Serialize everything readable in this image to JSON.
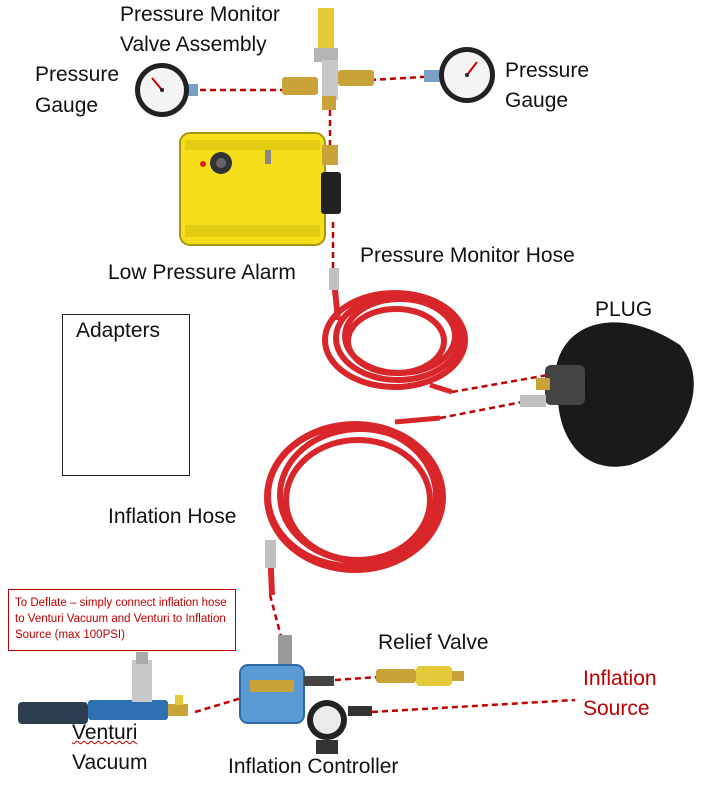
{
  "labels": {
    "pressure_monitor_valve_assembly_line1": "Pressure Monitor",
    "pressure_monitor_valve_assembly_line2": "Valve Assembly",
    "pressure_gauge_left_line1": "Pressure",
    "pressure_gauge_left_line2": "Gauge",
    "pressure_gauge_right_line1": "Pressure",
    "pressure_gauge_right_line2": "Gauge",
    "low_pressure_alarm": "Low Pressure Alarm",
    "pressure_monitor_hose": "Pressure Monitor Hose",
    "plug": "PLUG",
    "adapters": "Adapters",
    "inflation_hose": "Inflation Hose",
    "relief_valve": "Relief Valve",
    "inflation_source_line1": "Inflation",
    "inflation_source_line2": "Source",
    "venturi_line1": "Venturi",
    "venturi_line2": "Vacuum",
    "inflation_controller": "Inflation Controller"
  },
  "note": "To Deflate – simply connect inflation hose to Venturi Vacuum and Venturi to Inflation Source (max 100PSI)",
  "colors": {
    "hose_red": "#d8262b",
    "connector_line": "#c00000",
    "alarm_yellow": "#f5df1a",
    "brass": "#c9a23a",
    "controller_blue": "#5b9bd5",
    "plug_black": "#1a1a1a",
    "note_red": "#c00000"
  },
  "icons": [
    "pressure-gauge-icon",
    "valve-assembly-icon",
    "alarm-box-icon",
    "hose-coil-icon",
    "plug-icon",
    "adapter-icon",
    "controller-icon",
    "venturi-icon",
    "relief-valve-icon"
  ]
}
